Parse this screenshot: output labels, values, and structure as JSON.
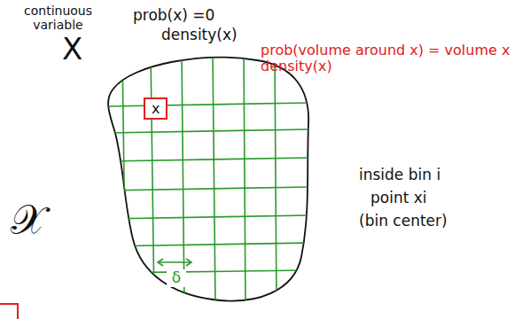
{
  "diagram": {
    "nodes": [
      {
        "text": [
          "x"
        ]
      }
    ],
    "labels": [
      "continuous variable",
      "X",
      "prob(x) =0",
      "density(x)",
      "prob(volume around x) = volume x density(x)",
      "𝒳",
      "inside bin i",
      "point xi",
      "(bin center)",
      "δ"
    ]
  }
}
